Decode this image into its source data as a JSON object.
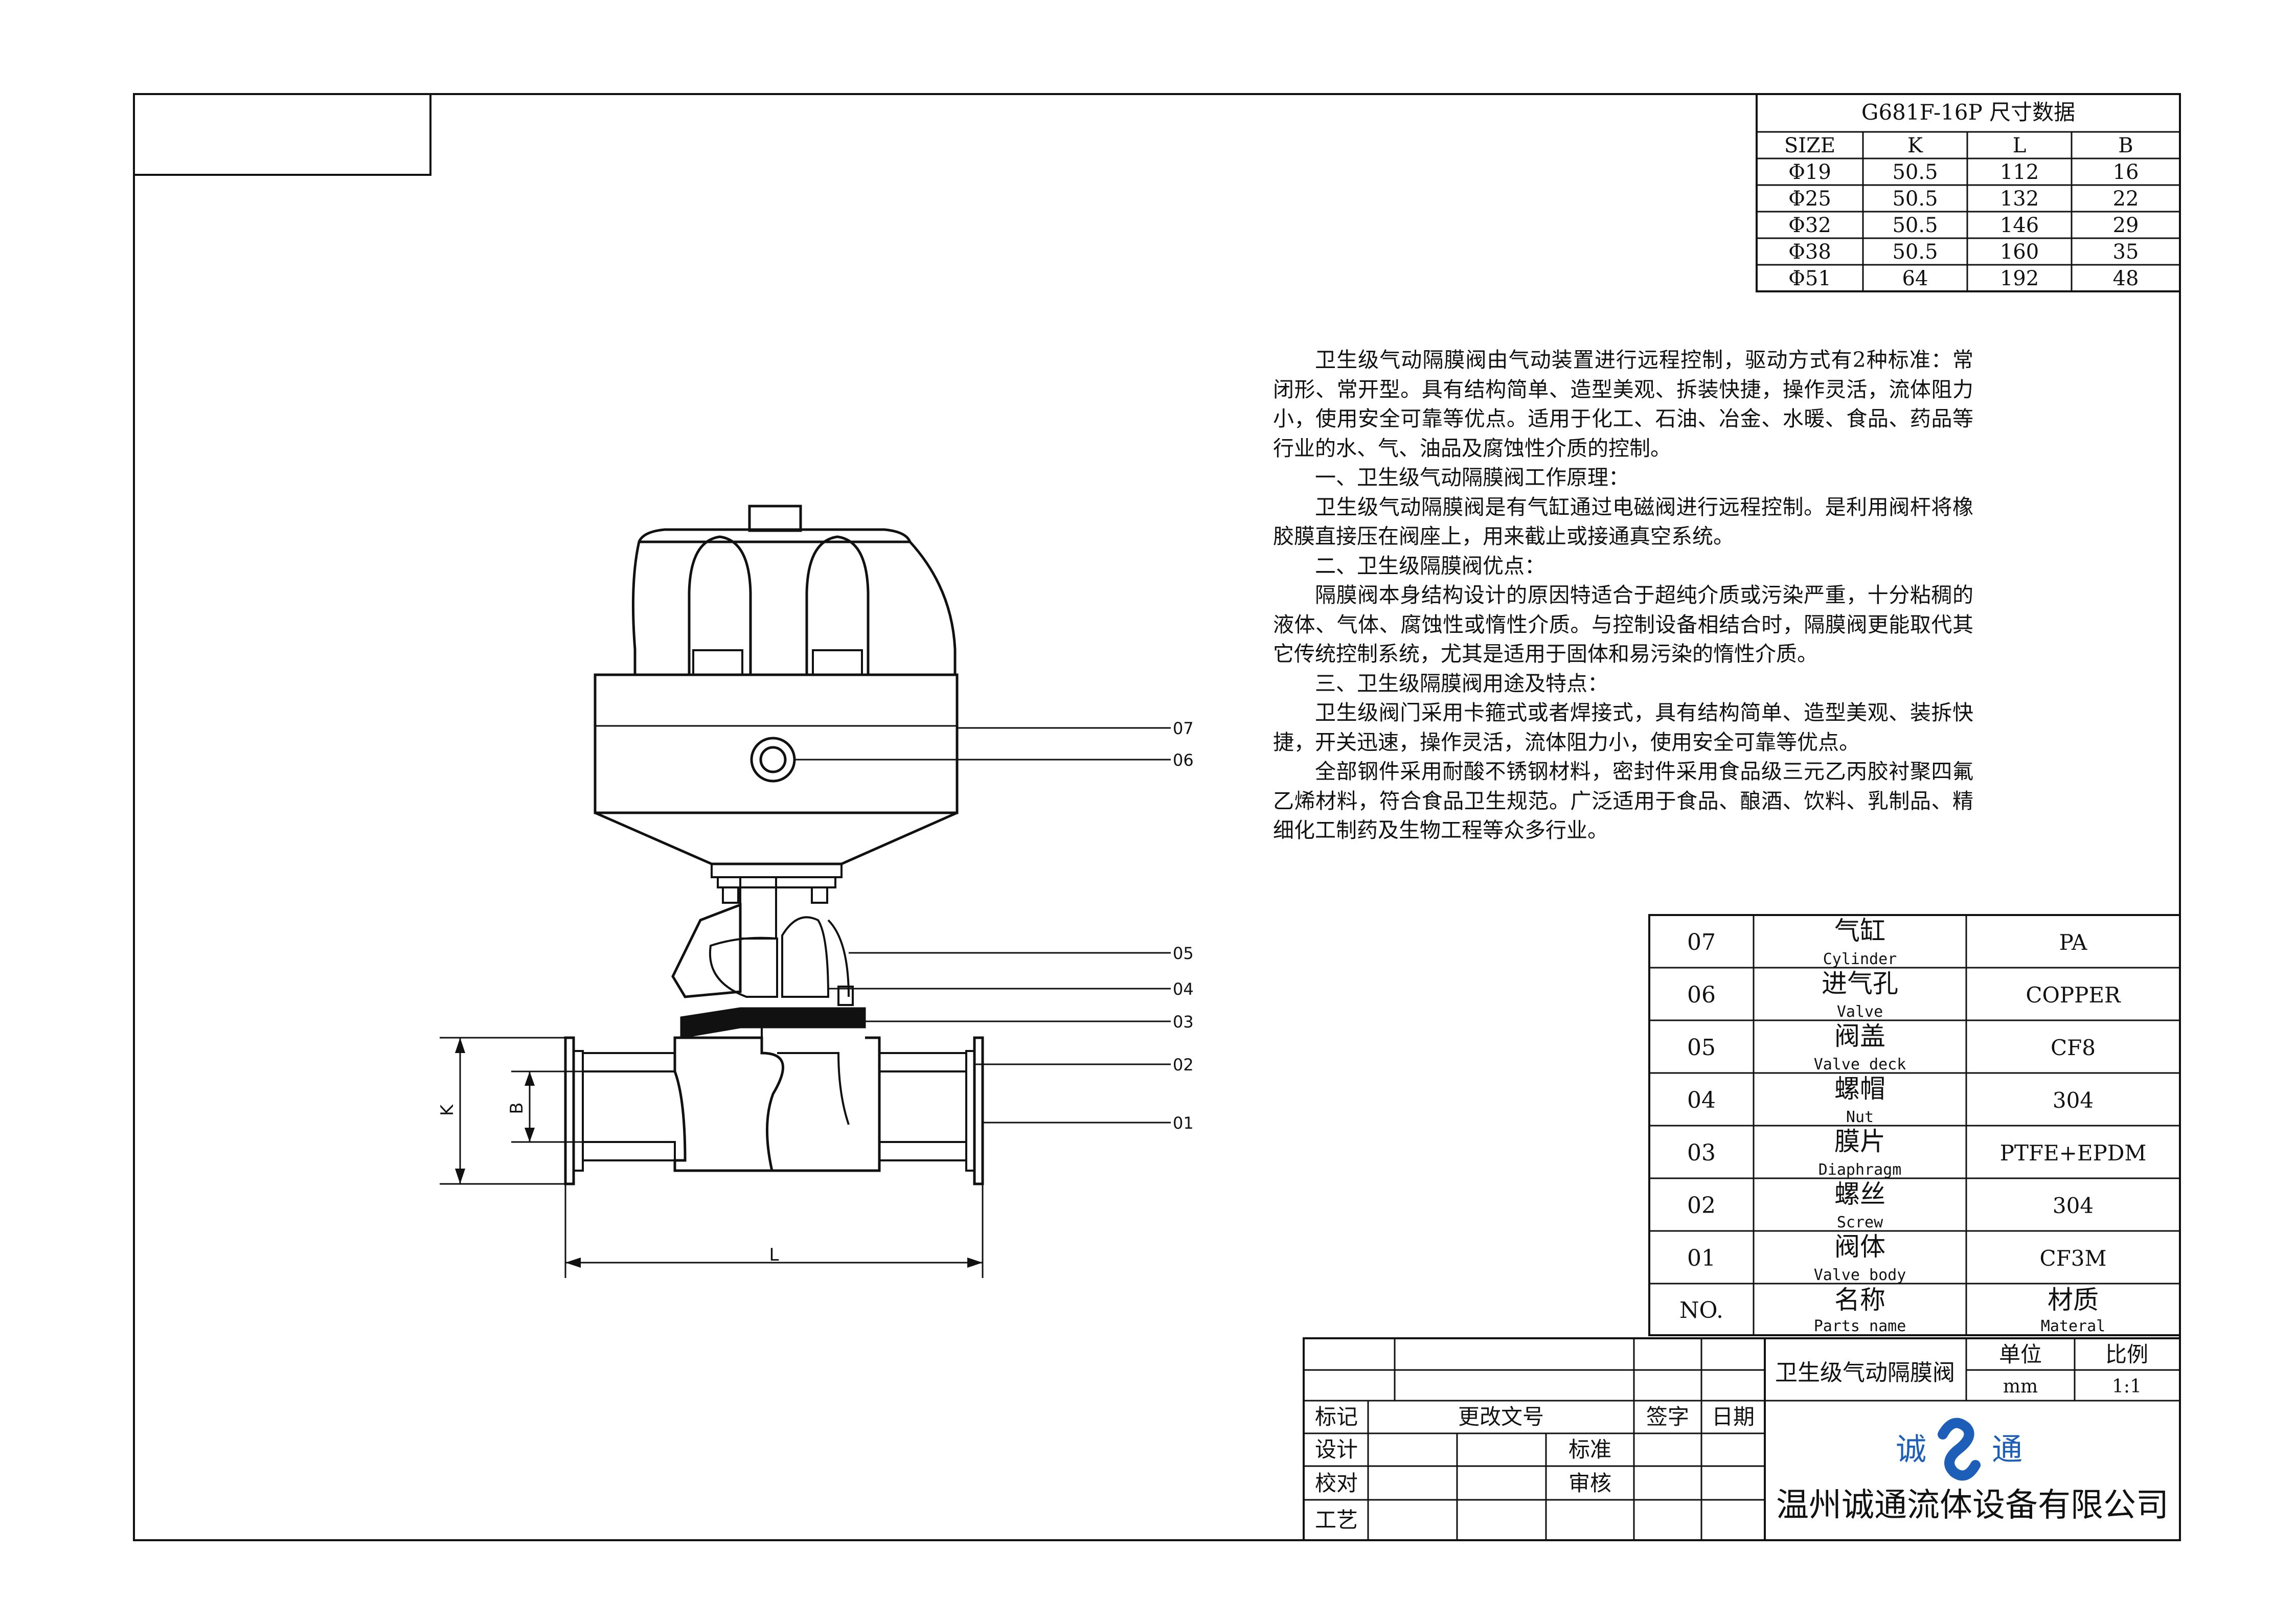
{
  "dimension_table": {
    "title": "G681F-16P 尺寸数据",
    "headers": [
      "SIZE",
      "K",
      "L",
      "B"
    ],
    "rows": [
      [
        "Φ19",
        "50.5",
        "112",
        "16"
      ],
      [
        "Φ25",
        "50.5",
        "132",
        "22"
      ],
      [
        "Φ32",
        "50.5",
        "146",
        "29"
      ],
      [
        "Φ38",
        "50.5",
        "160",
        "35"
      ],
      [
        "Φ51",
        "64",
        "192",
        "48"
      ]
    ]
  },
  "description": [
    "卫生级气动隔膜阀由气动装置进行远程控制，驱动方式有2种标准：常闭形、常开型。具有结构简单、造型美观、拆装快捷，操作灵活，流体阻力小，使用安全可靠等优点。适用于化工、石油、冶金、水暖、食品、药品等行业的水、气、油品及腐蚀性介质的控制。",
    "一、卫生级气动隔膜阀工作原理：",
    "卫生级气动隔膜阀是有气缸通过电磁阀进行远程控制。是利用阀杆将橡胶膜直接压在阀座上，用来截止或接通真空系统。",
    "二、卫生级隔膜阀优点：",
    "隔膜阀本身结构设计的原因特适合于超纯介质或污染严重，十分粘稠的液体、气体、腐蚀性或惰性介质。与控制设备相结合时，隔膜阀更能取代其它传统控制系统，尤其是适用于固体和易污染的惰性介质。",
    "三、卫生级隔膜阀用途及特点：",
    "卫生级阀门采用卡箍式或者焊接式，具有结构简单、造型美观、装拆快捷，开关迅速，操作灵活，流体阻力小，使用安全可靠等优点。",
    "全部钢件采用耐酸不锈钢材料，密封件采用食品级三元乙丙胶衬聚四氟乙烯材料，符合食品卫生规范。广泛适用于食品、酿酒、饮料、乳制品、精细化工制药及生物工程等众多行业。"
  ],
  "callouts": [
    "07",
    "06",
    "05",
    "04",
    "03",
    "02",
    "01"
  ],
  "dimension_labels": {
    "K": "K",
    "B": "B",
    "L": "L"
  },
  "parts": [
    {
      "no": "07",
      "cn": "气缸",
      "en": "Cylinder",
      "material": "PA"
    },
    {
      "no": "06",
      "cn": "进气孔",
      "en": "Valve",
      "material": "COPPER"
    },
    {
      "no": "05",
      "cn": "阀盖",
      "en": "Valve deck",
      "material": "CF8"
    },
    {
      "no": "04",
      "cn": "螺帽",
      "en": "Nut",
      "material": "304"
    },
    {
      "no": "03",
      "cn": "膜片",
      "en": "Diaphragm",
      "material": "PTFE+EPDM"
    },
    {
      "no": "02",
      "cn": "螺丝",
      "en": "Screw",
      "material": "304"
    },
    {
      "no": "01",
      "cn": "阀体",
      "en": "Valve body",
      "material": "CF3M"
    }
  ],
  "parts_header": {
    "no": "NO.",
    "cn": "名称",
    "en": "Parts name",
    "mat_cn": "材质",
    "mat_en": "Materal"
  },
  "title_block": {
    "product_name": "卫生级气动隔膜阀",
    "unit_label": "单位",
    "unit_value": "mm",
    "scale_label": "比例",
    "scale_value": "1:1",
    "mark": "标记",
    "change_doc": "更改文号",
    "signature": "签字",
    "date": "日期",
    "design": "设计",
    "standard": "标准",
    "check": "校对",
    "review": "审核",
    "process": "工艺",
    "logo_left": "诚",
    "logo_right": "通",
    "company": "温州诚通流体设备有限公司"
  }
}
